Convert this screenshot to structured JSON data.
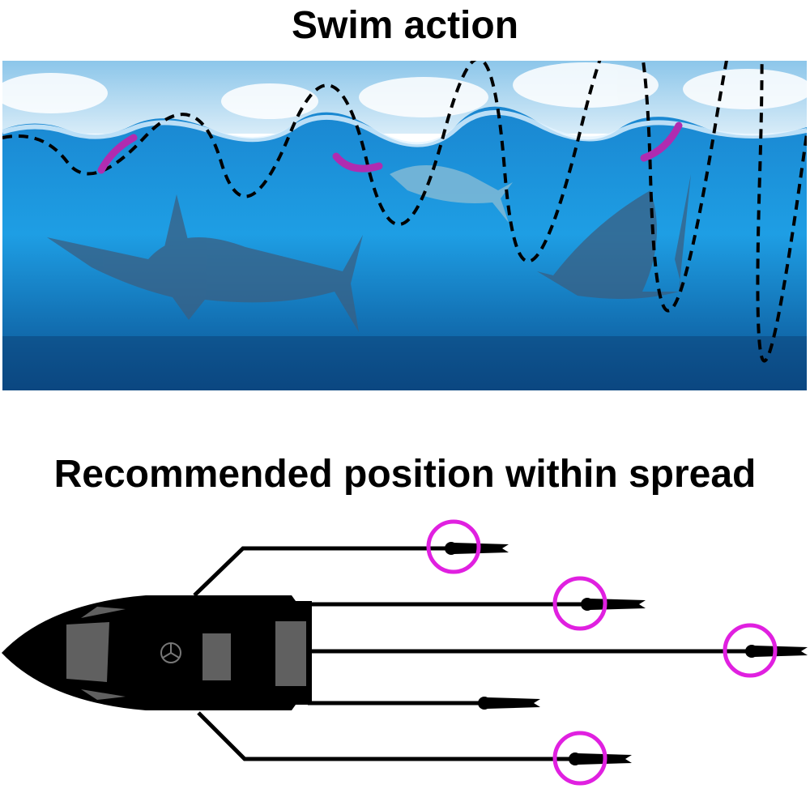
{
  "swim_section": {
    "title": "Swim action",
    "lure_color": "#b02cb0"
  },
  "spread_section": {
    "title": "Recommended position within spread",
    "highlight_color": "#e020e0",
    "lines": [
      {
        "name": "line-1",
        "highlighted": true
      },
      {
        "name": "line-2",
        "highlighted": true
      },
      {
        "name": "line-3",
        "highlighted": true
      },
      {
        "name": "line-4",
        "highlighted": false
      },
      {
        "name": "line-5",
        "highlighted": true
      }
    ]
  }
}
